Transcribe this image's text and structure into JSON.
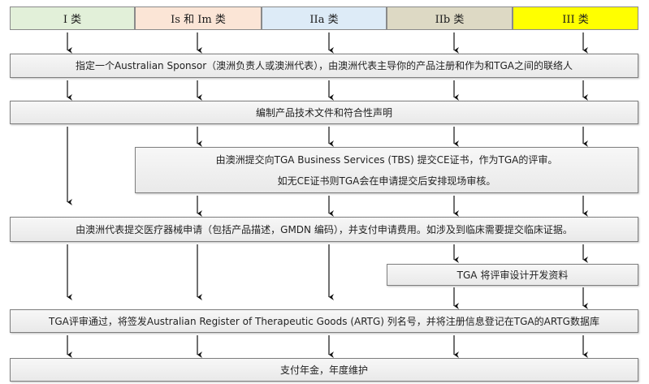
{
  "classes": [
    {
      "label": "I 类",
      "color": "#e2f0d9"
    },
    {
      "label": "Is 和 Im 类",
      "color": "#fbe5d6"
    },
    {
      "label": "IIa 类",
      "color": "#ddebf7"
    },
    {
      "label": "IIb 类",
      "color": "#ddd9c4"
    },
    {
      "label": "III 类",
      "color": "#ffff00"
    }
  ],
  "steps": {
    "sponsor": "指定一个Australian Sponsor（澳洲负责人或澳洲代表），由澳洲代表主导你的产品注册和作为和TGA之间的联络人",
    "tech_file": "编制产品技术文件和符合性声明",
    "tbs_line1": "由澳洲提交向TGA Business Services (TBS) 提交CE证书，作为TGA的评审。",
    "tbs_line2": "如无CE证书则TGA会在申请提交后安排现场审核。",
    "application": "由澳洲代表提交医疗器械申请（包括产品描述，GMDN 编码），并支付申请费用。如涉及到临床需要提交临床证据。",
    "design_review": "TGA 将评审设计开发资料",
    "artg": "TGA评审通过，将签发Australian Register of Therapeutic Goods (ARTG) 列名号，并将注册信息登记在TGA的ARTG数据库",
    "annual": "支付年金，年度维护"
  }
}
